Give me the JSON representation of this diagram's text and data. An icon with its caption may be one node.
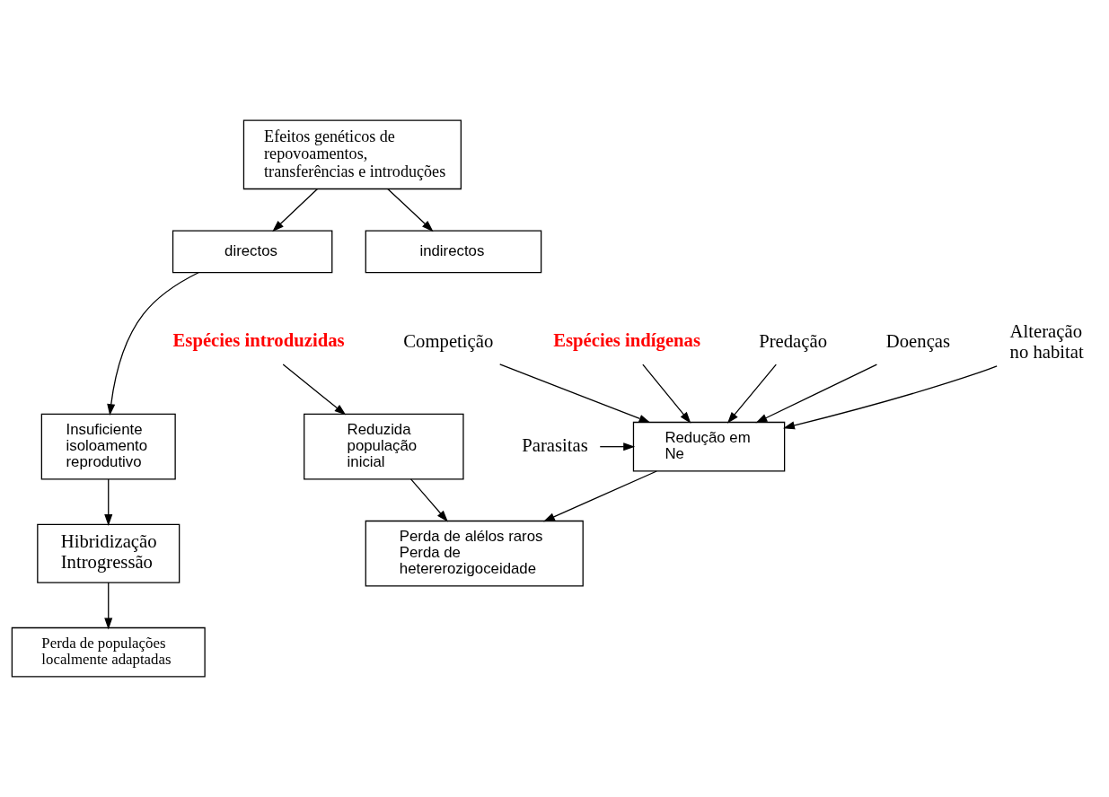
{
  "diagram": {
    "nodes": [
      {
        "text": [
          "Efeitos genéticos de repovoamentos, transferências e introduções"
        ]
      },
      {
        "text": [
          "directos"
        ]
      },
      {
        "text": [
          "indirectos"
        ]
      },
      {
        "text": [
          "Espécies introduzidas"
        ]
      },
      {
        "text": [
          "Espécies indígenas"
        ]
      },
      {
        "text": [
          "Insuficiente isoloamento reprodutivo"
        ]
      },
      {
        "text": [
          "Reduzida população inicial"
        ]
      },
      {
        "text": [
          "Redução em Ne"
        ]
      },
      {
        "text": [
          "Competição"
        ]
      },
      {
        "text": [
          "Predação"
        ]
      },
      {
        "text": [
          "Parasitas"
        ]
      },
      {
        "text": [
          "Doenças"
        ]
      },
      {
        "text": [
          "Alteração no habitat"
        ]
      },
      {
        "text": [
          "Hibridização Introgressão"
        ]
      },
      {
        "text": [
          "Perda de populações localmente adaptadas"
        ]
      },
      {
        "text": [
          "Perda de alélos raros",
          "Perda de hetererozigoceidade"
        ]
      }
    ],
    "edges": [
      {
        "from": 0,
        "to": 1,
        "arrow": "to"
      },
      {
        "from": 0,
        "to": 2,
        "arrow": "to"
      },
      {
        "from": 1,
        "to": 5,
        "arrow": "to"
      },
      {
        "from": 3,
        "to": 6,
        "arrow": "to"
      },
      {
        "from": 4,
        "to": 7,
        "arrow": "to"
      },
      {
        "from": 8,
        "to": 7,
        "arrow": "to"
      },
      {
        "from": 9,
        "to": 7,
        "arrow": "to"
      },
      {
        "from": 10,
        "to": 7,
        "arrow": "to"
      },
      {
        "from": 11,
        "to": 7,
        "arrow": "to"
      },
      {
        "from": 12,
        "to": 7,
        "arrow": "to"
      },
      {
        "from": 5,
        "to": 13,
        "arrow": "to"
      },
      {
        "from": 13,
        "to": 14,
        "arrow": "to"
      },
      {
        "from": 6,
        "to": 15,
        "arrow": "to"
      },
      {
        "from": 7,
        "to": 15,
        "arrow": "to"
      }
    ]
  }
}
